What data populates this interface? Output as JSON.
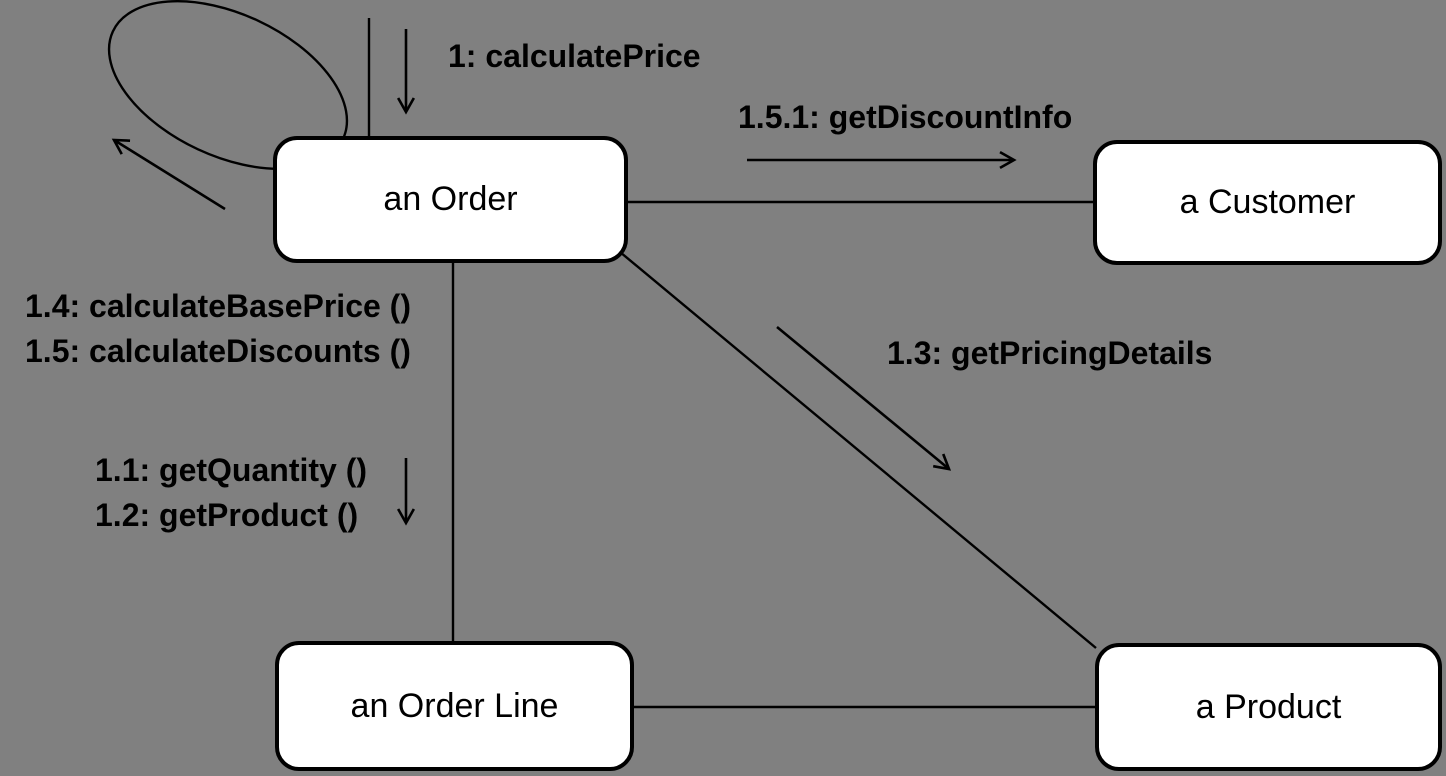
{
  "diagram": {
    "kind": "UML communication diagram"
  },
  "colors": {
    "background": "#808080",
    "node_fill": "#ffffff",
    "ink": "#000000"
  },
  "nodes": {
    "order": {
      "label": "an Order"
    },
    "customer": {
      "label": "a Customer"
    },
    "order_line": {
      "label": "an Order Line"
    },
    "product": {
      "label": "a Product"
    }
  },
  "messages": {
    "calculate_price": "1: calculatePrice",
    "get_discount_info": "1.5.1: getDiscountInfo",
    "calculate_base_price": "1.4: calculateBasePrice ()",
    "calculate_discounts": "1.5: calculateDiscounts ()",
    "get_quantity": "1.1: getQuantity ()",
    "get_product": "1.2: getProduct ()",
    "get_pricing_details": "1.3: getPricingDetails"
  }
}
